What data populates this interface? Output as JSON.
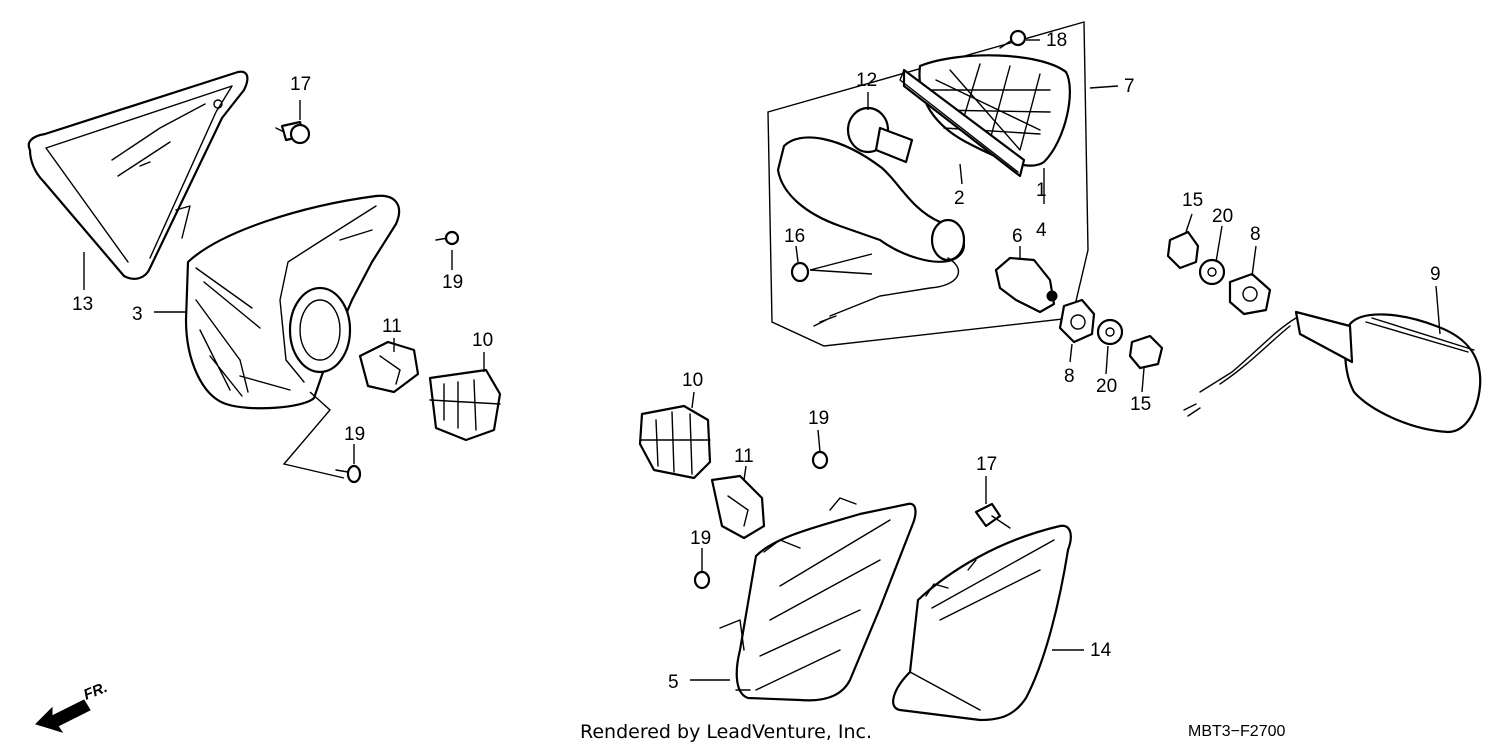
{
  "diagram": {
    "labels": {
      "p1": "1",
      "p2": "2",
      "p3": "3",
      "p4": "4",
      "p5": "5",
      "p6": "6",
      "p7": "7",
      "p8a": "8",
      "p8b": "8",
      "p9": "9",
      "p10a": "10",
      "p10b": "10",
      "p11a": "11",
      "p11b": "11",
      "p12": "12",
      "p13": "13",
      "p14": "14",
      "p15a": "15",
      "p15b": "15",
      "p16": "16",
      "p17a": "17",
      "p17b": "17",
      "p18": "18",
      "p19a": "19",
      "p19b": "19",
      "p19c": "19",
      "p19d": "19",
      "p20a": "20",
      "p20b": "20"
    },
    "front_indicator": "FR.",
    "footer_credit": "Rendered by LeadVenture, Inc.",
    "diagram_code": "MBT3−F2700"
  }
}
